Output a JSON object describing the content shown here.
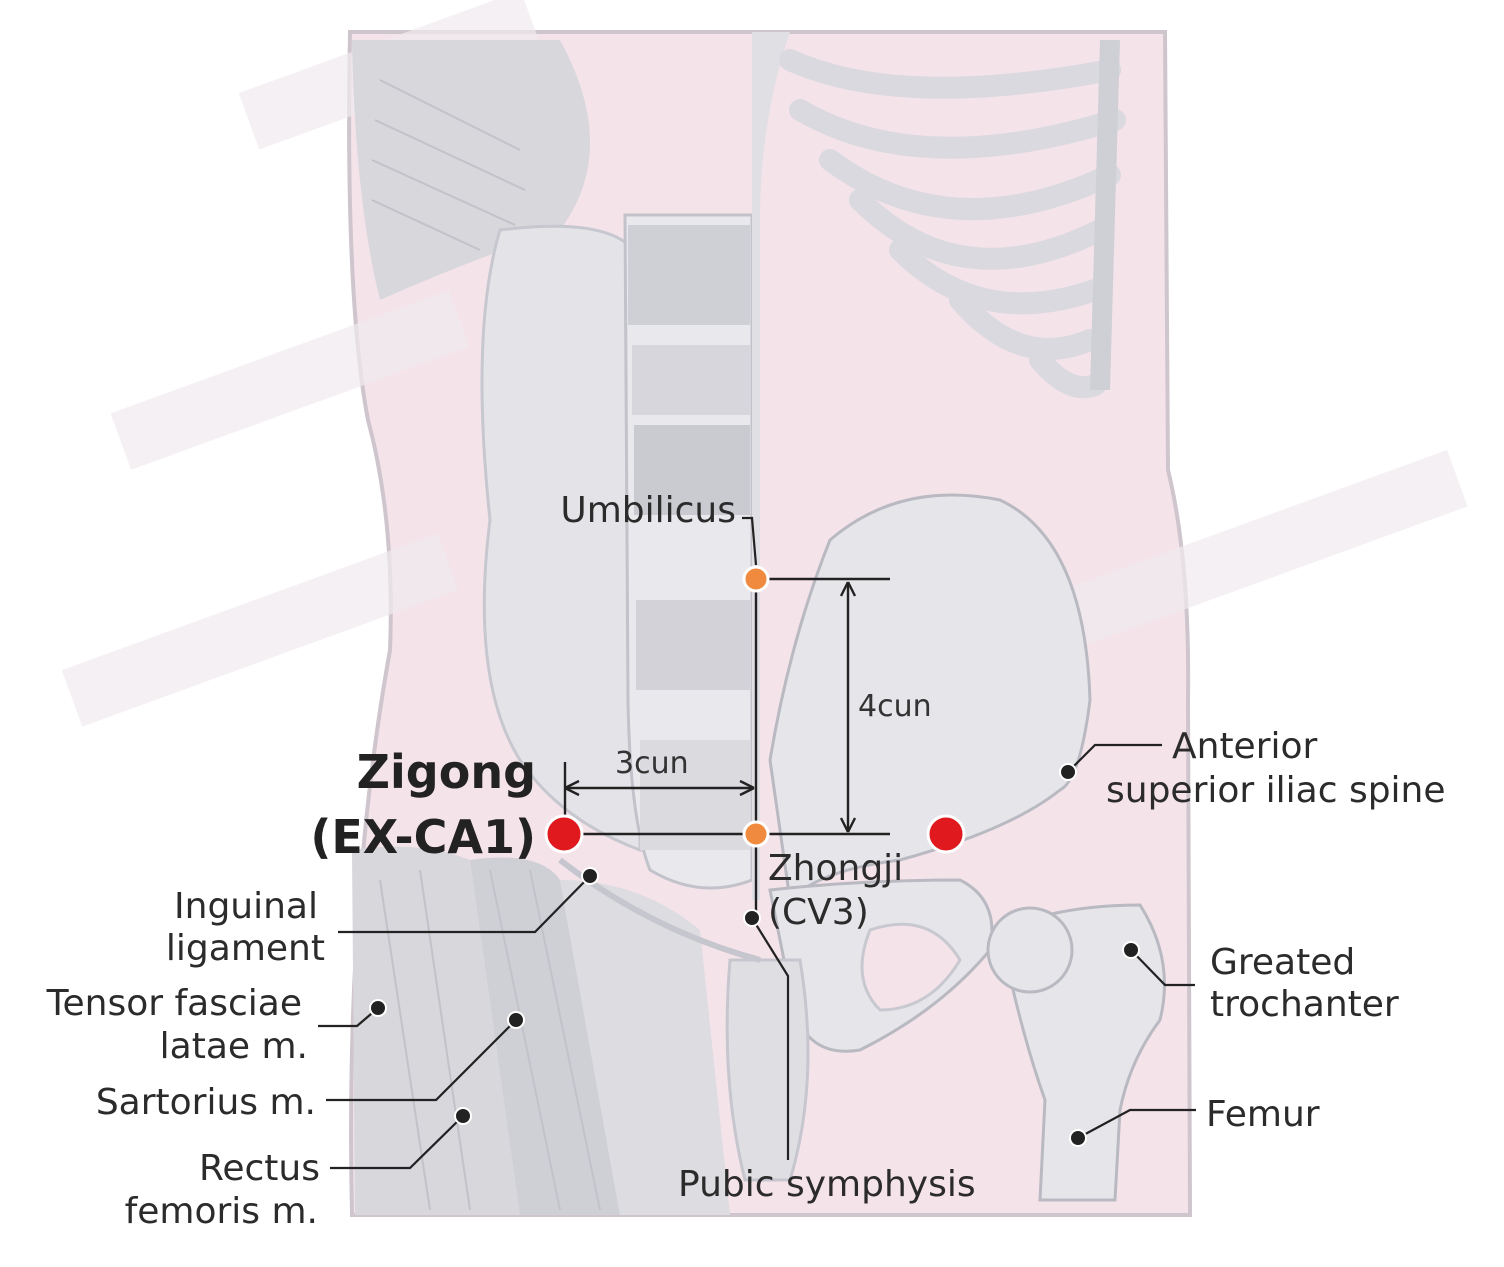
{
  "title": {
    "name": "Zigong",
    "code": "(EX-CA1)"
  },
  "colors": {
    "skin": "#f5e3ea",
    "body_outline": "#c8c0c6",
    "acupoint_main": "#e0191f",
    "acupoint_reference": "#f08a3e",
    "leader_line": "#222222"
  },
  "measurements": {
    "vertical": "4cun",
    "horizontal": "3cun"
  },
  "labels": {
    "umbilicus": "Umbilicus",
    "zhongji_line1": "Zhongji",
    "zhongji_line2": "(CV3)",
    "asis_line1": "Anterior",
    "asis_line2": "superior iliac spine",
    "inguinal_line1": "Inguinal",
    "inguinal_line2": "ligament",
    "tensor_line1": "Tensor fasciae",
    "tensor_line2": "latae m.",
    "sartorius": "Sartorius m.",
    "rectus_line1": "Rectus",
    "rectus_line2": "femoris m.",
    "pubic": "Pubic symphysis",
    "trochanter_line1": "Greated",
    "trochanter_line2": "trochanter",
    "femur": "Femur"
  }
}
